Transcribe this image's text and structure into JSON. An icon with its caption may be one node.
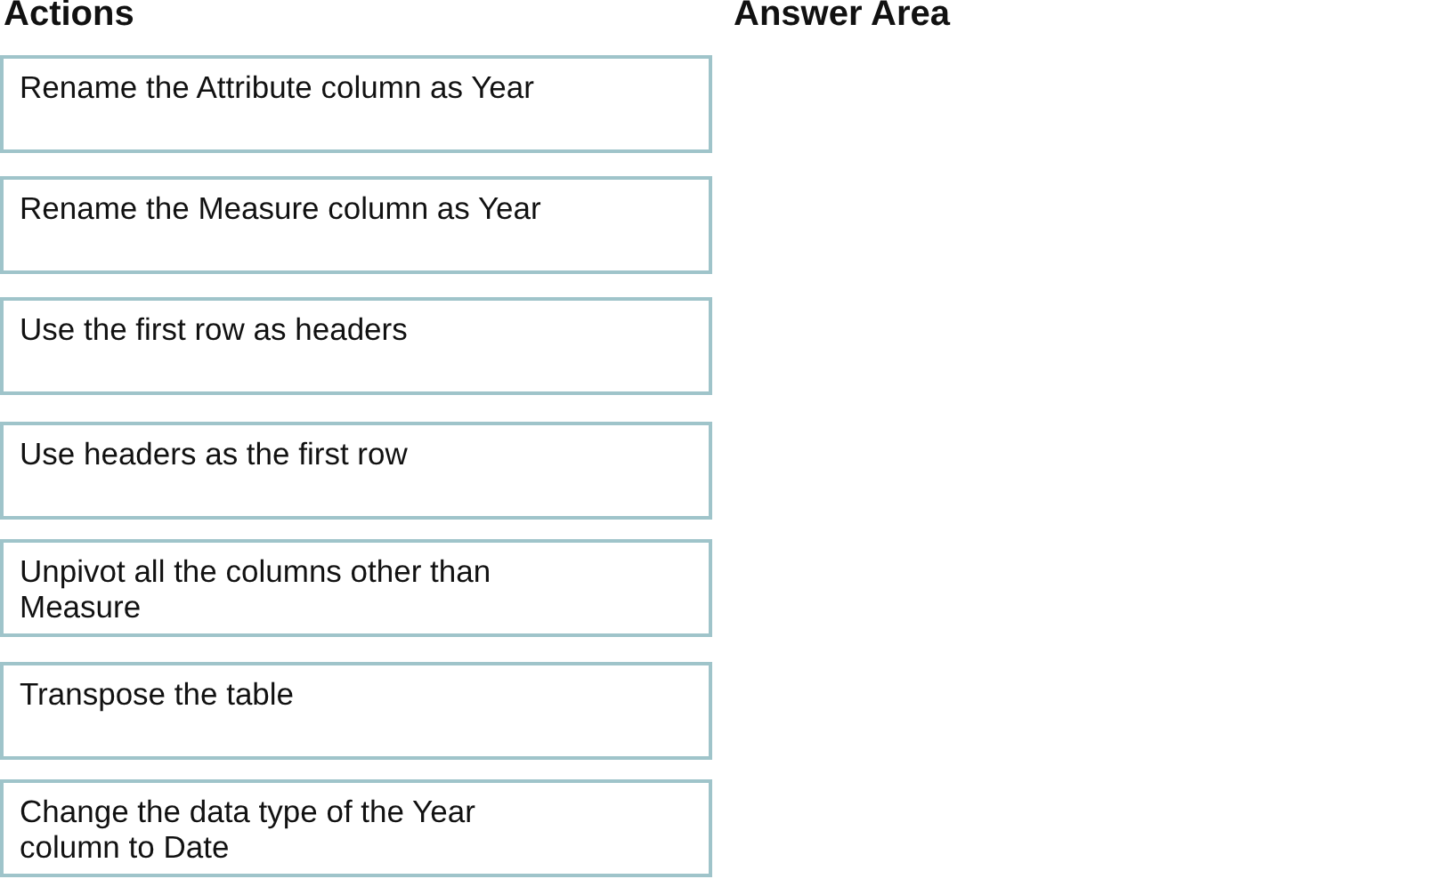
{
  "diagram": {
    "nodes": [
      {
        "text": [
          "Rename the Attribute column as Year"
        ]
      },
      {
        "text": [
          "Rename the Measure column as Year"
        ]
      },
      {
        "text": [
          "Use the first row as headers"
        ]
      },
      {
        "text": [
          "Use headers as the first row"
        ]
      },
      {
        "text": [
          "Unpivot all the columns other than Measure"
        ]
      },
      {
        "text": [
          "Transpose the table"
        ]
      },
      {
        "text": [
          "Change the data type of the Year column to Date"
        ]
      }
    ],
    "labels": [
      "Actions",
      "Answer Area"
    ]
  }
}
